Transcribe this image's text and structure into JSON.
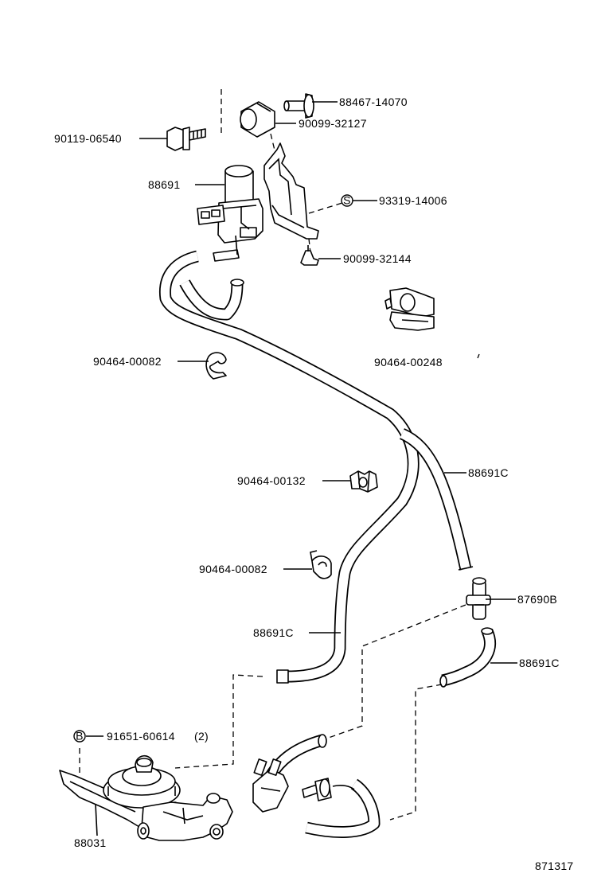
{
  "diagram_code": "871317",
  "parts": {
    "p1": "88467-14070",
    "p2": "90099-32127",
    "p3": "90119-06540",
    "p4": "88691",
    "p5": "93319-14006",
    "p6": "90099-32144",
    "p7": "90464-00248",
    "p8": "90464-00082",
    "p9": "90464-00132",
    "p10": "88691C",
    "p11": "90464-00082",
    "p12": "87690B",
    "p13": "88691C",
    "p14": "88691C",
    "p15": "91651-60614",
    "p15_qty": "(2)",
    "p16": "88031"
  },
  "markers": {
    "s": "S",
    "b": "B"
  }
}
